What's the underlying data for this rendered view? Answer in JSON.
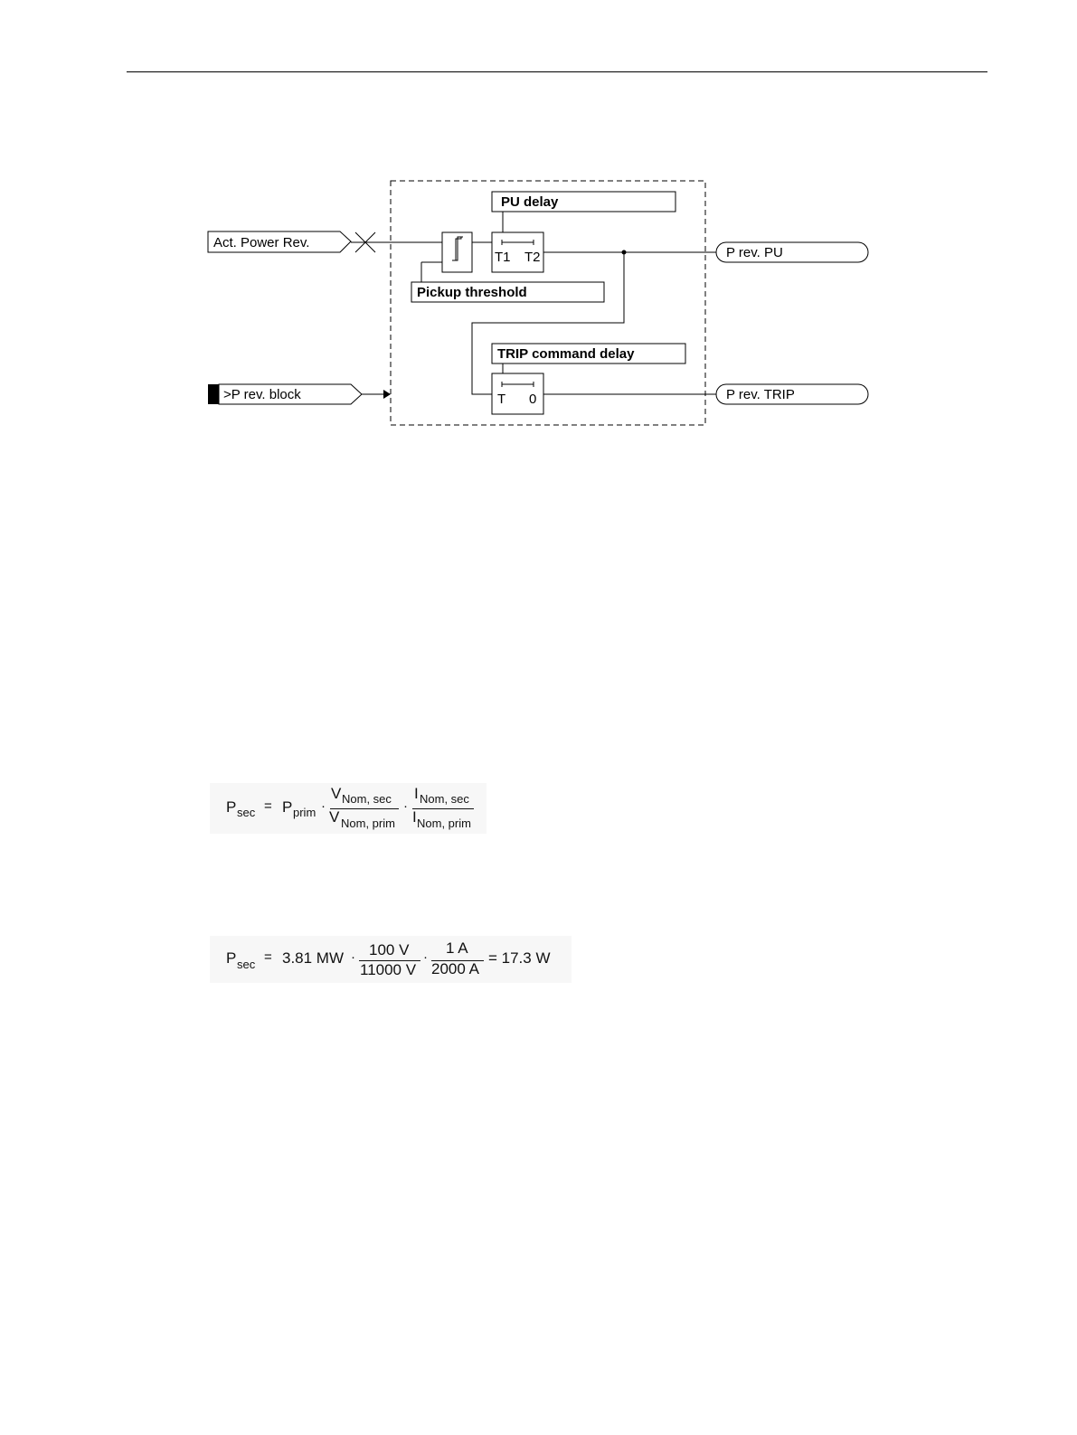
{
  "diagram": {
    "input_power": "Act. Power Rev.",
    "input_block": ">P rev. block",
    "pu_delay": "PU delay",
    "pickup_threshold": "Pickup threshold",
    "trip_delay": "TRIP command delay",
    "timer1_t1": "T1",
    "timer1_t2": "T2",
    "timer2_t": "T",
    "timer2_0": "0",
    "output_pu": "P rev. PU",
    "output_trip": "P rev. TRIP"
  },
  "formula1": {
    "lhs": "P",
    "lhs_sub": "sec",
    "eq": "=",
    "p": "P",
    "p_sub": "prim",
    "dot1": "·",
    "v_num": "V",
    "v_num_sub": "Nom, sec",
    "v_den": "V",
    "v_den_sub": "Nom, prim",
    "dot2": "·",
    "i_num": "I",
    "i_num_sub": "Nom, sec",
    "i_den": "I",
    "i_den_sub": "Nom, prim"
  },
  "formula2": {
    "lhs": "P",
    "lhs_sub": "sec",
    "eq": "=",
    "power": "3.81 MW",
    "dot1": "·",
    "v_num": "100 V",
    "v_den": "11000 V",
    "dot2": "·",
    "i_num": "1 A",
    "i_den": "2000 A",
    "result": "= 17.3 W"
  }
}
